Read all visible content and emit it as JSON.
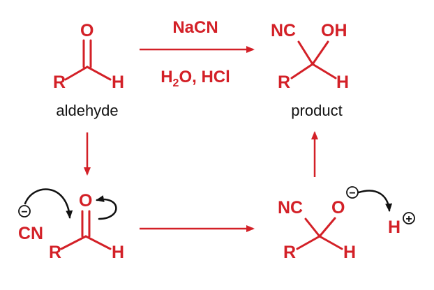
{
  "colors": {
    "molecule": "#d32027",
    "text": "#111111",
    "background": "#ffffff"
  },
  "reagents": {
    "top": "NaCN",
    "bottom_main": "H",
    "bottom_sub": "2",
    "bottom_rest": "O, HCl"
  },
  "labels": {
    "aldehyde": "aldehyde",
    "product": "product"
  },
  "atoms": {
    "O": "O",
    "R": "R",
    "H": "H",
    "NC": "NC",
    "OH": "OH",
    "CN": "CN"
  },
  "charges": {
    "minus": "−",
    "plus": "+"
  },
  "icons": {
    "curly_arrow": "curved-electron-arrow",
    "reaction_arrow": "reaction-arrow"
  }
}
